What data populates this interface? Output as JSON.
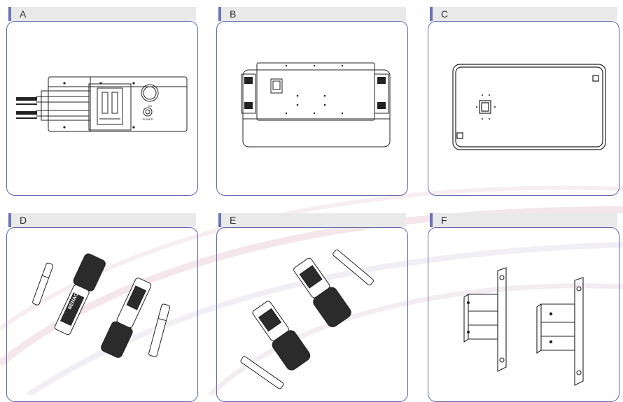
{
  "panels": [
    {
      "id": "a",
      "label": "A"
    },
    {
      "id": "b",
      "label": "B"
    },
    {
      "id": "c",
      "label": "C"
    },
    {
      "id": "d",
      "label": "D"
    },
    {
      "id": "e",
      "label": "E"
    },
    {
      "id": "f",
      "label": "F"
    }
  ],
  "device_a": {
    "knob_label": "ON",
    "button_label": "POWER"
  },
  "connector_d": {
    "brand_text": "RENAC"
  },
  "colors": {
    "accent": "#5e67b4",
    "header_bg": "#e9e9ea",
    "line": "#222222",
    "swoosh": "#f3e7ec"
  }
}
